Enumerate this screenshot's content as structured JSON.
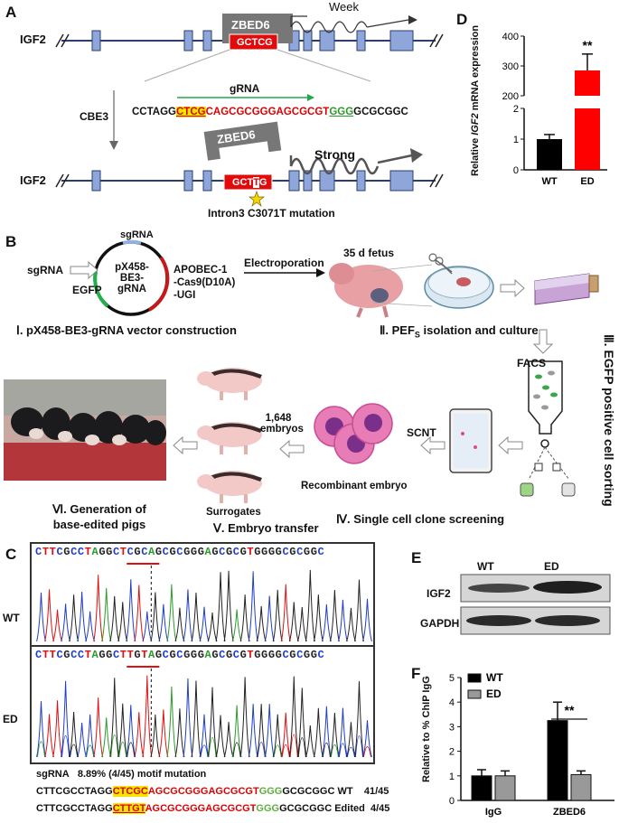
{
  "panel_letters": {
    "a": "A",
    "b": "B",
    "c": "C",
    "d": "D",
    "e": "E",
    "f": "F"
  },
  "panel_a": {
    "gene": "IGF2",
    "zbed6_label": "ZBED6",
    "binding_motif_wt": "GCTCG",
    "week_label": "Week",
    "cbe3_label": "CBE3",
    "grna_label": "gRNA",
    "seq_prefix": "CCTAGG",
    "seq_motif": "CTCG",
    "seq_red": "CAGCGCGGGAGCGCGT",
    "seq_pam": "GGG",
    "seq_suffix": "GCGCGGC",
    "strong_label": "Strong",
    "binding_motif_ed_pre": "GCT",
    "binding_motif_ed_mut": "T",
    "binding_motif_ed_post": "G",
    "mutation_label": "Intron3 C3071T mutation"
  },
  "panel_b": {
    "sgrna": "sgRNA",
    "sgrna_top": "sgRNA",
    "egfp": "EGFP",
    "plasmid_line1": "pX458-",
    "plasmid_line2": "BE3-gRNA",
    "apobec_line1": "APOBEC-1",
    "apobec_line2": "-Cas9(D10A)",
    "apobec_line3": "-UGI",
    "electroporation": "Electroporation",
    "fetus": "35 d fetus",
    "step1": "Ⅰ. pX458-BE3-gRNA vector construction",
    "step2_pre": "Ⅱ. PEF",
    "step2_sub": "S",
    "step2_post": " isolation and culture",
    "step3": "Ⅲ. EGFP positive cell sorting",
    "facs": "FACS",
    "scnt": "SCNT",
    "embryos_count": "1,648",
    "embryos": "embryos",
    "recombinant": "Recombinant embryo",
    "surrogates": "Surrogates",
    "step4": "Ⅳ. Single cell clone screening",
    "step5": "Ⅴ. Embryo transfer",
    "step6_line1": "Ⅵ. Generation of",
    "step6_line2": "base-edited pigs"
  },
  "panel_c": {
    "wt_label": "WT",
    "ed_label": "ED",
    "wt_seq": "CTTCGCCTAGGCTCGCAGCGCGGGAGCGCGTGGGGCGCGGC",
    "ed_seq": "CTTCGCCTAGGCTTGTAGCGCGGGAGCGCGTGGGGCGCGGC",
    "summary_label": "sgRNA",
    "summary_text": "8.89% (4/45) motif mutation",
    "row1_pre": "CTTCGCCTAGG",
    "row1_motif": "CTCGC",
    "row1_red": "AGCGCGGGAGCGCGT",
    "row1_pam": "GGG",
    "row1_post": "GCGCGGC",
    "row1_type": "WT",
    "row1_count": "41/45",
    "row2_pre": "CTTCGCCTAGG",
    "row2_motif": "CTTGT",
    "row2_red": "AGCGCGGGAGCGCGT",
    "row2_pam": "GGG",
    "row2_post": "GCGCGGC",
    "row2_type": "Edited",
    "row2_count": "4/45"
  },
  "panel_e": {
    "col_wt": "WT",
    "col_ed": "ED",
    "row_igf2": "IGF2",
    "row_gapdh": "GAPDH"
  },
  "chart_data": [
    {
      "type": "bar",
      "panel": "D",
      "ylabel_pre": "Relative ",
      "ylabel_italic": "IGF2",
      "ylabel_post": " mRNA expression",
      "categories": [
        "WT",
        "ED"
      ],
      "values": [
        1.0,
        285
      ],
      "errors": [
        0.15,
        55
      ],
      "colors": [
        "#000000",
        "#ff0000"
      ],
      "significance": "**",
      "broken_axis": true,
      "lower_ticks": [
        "0",
        "1",
        "2"
      ],
      "upper_ticks": [
        "200",
        "300",
        "400"
      ]
    },
    {
      "type": "bar",
      "panel": "F",
      "ylabel": "Relative to % ChIP IgG",
      "categories": [
        "IgG",
        "ZBED6"
      ],
      "series": [
        {
          "name": "WT",
          "values": [
            1.0,
            3.25
          ],
          "errors": [
            0.25,
            0.75
          ],
          "color": "#000000"
        },
        {
          "name": "ED",
          "values": [
            1.0,
            1.05
          ],
          "errors": [
            0.2,
            0.15
          ],
          "color": "#999999"
        }
      ],
      "ylim": [
        0,
        5
      ],
      "yticks": [
        "0",
        "1",
        "2",
        "3",
        "4",
        "5"
      ],
      "significance": "**",
      "legend": "top-left"
    }
  ]
}
